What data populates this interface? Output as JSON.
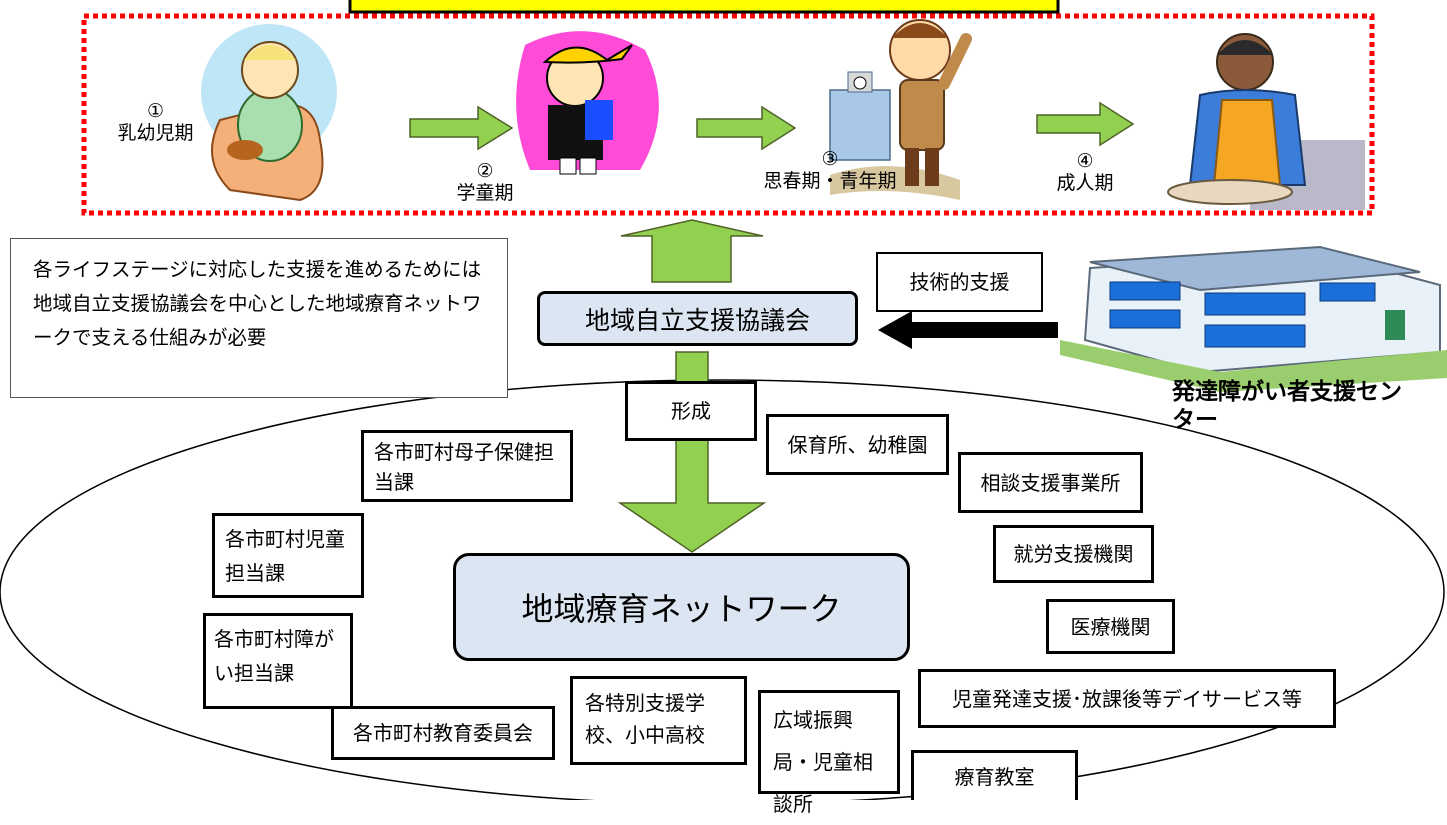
{
  "colors": {
    "accent_green": "#92d050",
    "dashed_red": "#ff0000",
    "council_fill": "#dce6f2",
    "title_banner_fill": "#ffff00"
  },
  "stages": [
    {
      "number": "①",
      "label": "乳幼児期"
    },
    {
      "number": "②",
      "label": "学童期"
    },
    {
      "number": "③",
      "label": "思春期・青年期"
    },
    {
      "number": "④",
      "label": "成人期"
    }
  ],
  "description": "各ライフステージに対応した支援を進めるためには地域自立支援協議会を中心とした地域療育ネットワークで支える仕組みが必要",
  "council": "地域自立支援協議会",
  "technical_support": "技術的支援",
  "center_name": "発達障がい者支援センター",
  "formation": "形成",
  "network": "地域療育ネットワーク",
  "orgs": {
    "maternal_health": "各市町村母子保健担当課",
    "child_dept": "各市町村児童担当課",
    "disability_dept": "各市町村障がい担当課",
    "education_board": "各市町村教育委員会",
    "schools": "各特別支援学校、小中高校",
    "regional_office": "広域振興局・児童相談所",
    "nursery": "保育所、幼稚園",
    "consultation": "相談支援事業所",
    "employment": "就労支援機関",
    "medical": "医療機関",
    "child_dev": "児童発達支援･放課後等デイサービス等",
    "therapy_class": "療育教室"
  }
}
